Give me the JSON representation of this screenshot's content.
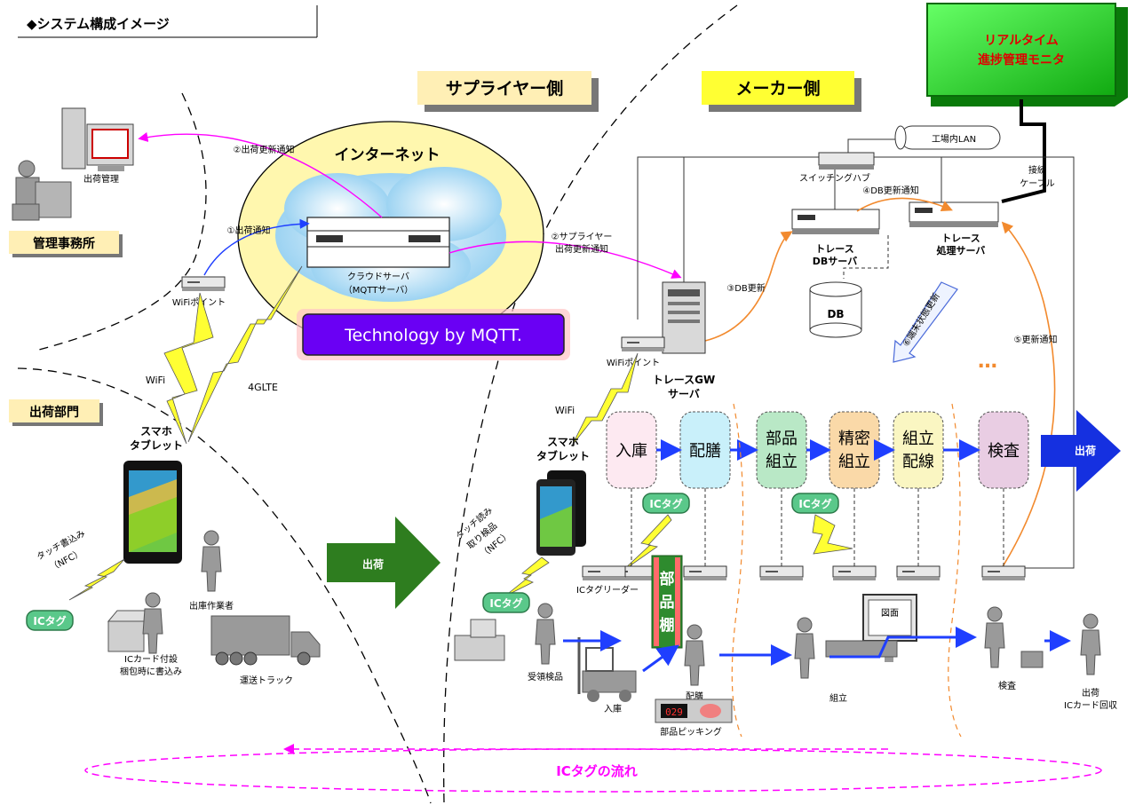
{
  "header": {
    "title": "◆システム構成イメージ"
  },
  "zones": {
    "supplier": "サプライヤー側",
    "maker": "メーカー側",
    "office": "管理事務所",
    "shipping_dept": "出荷部門"
  },
  "cloud": {
    "internet": "インターネット",
    "server_line1": "クラウドサーバ",
    "server_line2": "（MQTTサーバ）",
    "banner": "Technology by MQTT."
  },
  "monitor": {
    "line1": "リアルタイム",
    "line2": "進捗管理モニタ"
  },
  "network": {
    "lan": "工場内LAN",
    "hub": "スイッチングハブ",
    "cable_line1": "接続",
    "cable_line2": "ケーブル",
    "trace_db_line1": "トレース",
    "trace_db_line2": "DBサーバ",
    "trace_proc_line1": "トレース",
    "trace_proc_line2": "処理サーバ",
    "db": "DB",
    "gw_line1": "トレースGW",
    "gw_line2": "サーバ",
    "dots": "…"
  },
  "notifications": {
    "ship_notice": "①出荷通知",
    "ship_update_office": "②出荷更新通知",
    "supplier_update_line1": "②サプライヤー",
    "supplier_update_line2": "出荷更新通知",
    "db_update": "③DB更新",
    "db_update_notice": "④DB更新通知",
    "update_notice": "⑤更新通知",
    "terminal_update": "⑥端末状態更新"
  },
  "devices": {
    "wifi_point_left": "WiFiポイント",
    "wifi_point_right": "WiFiポイント",
    "wifi_left": "WiFi",
    "lte": "4GLTE",
    "wifi_right": "WiFi",
    "ship_mgmt": "出荷管理",
    "smart_tablet_left_line1": "スマホ",
    "smart_tablet_left_line2": "タブレット",
    "smart_tablet_right_line1": "スマホ",
    "smart_tablet_right_line2": "タブレット",
    "ic_tag": "ICタグ",
    "ic_tag_reader": "ICタグリーダー"
  },
  "supplier_side": {
    "touch_write_line1": "タッチ書込み",
    "touch_write_line2": "（NFC）",
    "packer_line1": "ICカード付設",
    "packer_line2": "梱包時に書込み",
    "worker": "出庫作業者",
    "truck": "運送トラック",
    "ship_arrow": "出荷"
  },
  "maker_side": {
    "touch_read_line1": "タッチ読み",
    "touch_read_line2": "取り検品",
    "touch_read_line3": "（NFC）",
    "processes": [
      {
        "line1": "入庫",
        "line2": "",
        "color": "#FDE9F1"
      },
      {
        "line1": "配膳",
        "line2": "",
        "color": "#C9F0FA"
      },
      {
        "line1": "部品",
        "line2": "組立",
        "color": "#B9E8C6"
      },
      {
        "line1": "精密",
        "line2": "組立",
        "color": "#FAD9A8"
      },
      {
        "line1": "組立",
        "line2": "配線",
        "color": "#FAF6C2"
      },
      {
        "line1": "検査",
        "line2": "",
        "color": "#E9CDE3"
      }
    ],
    "shelf": [
      "部",
      "品",
      "棚"
    ],
    "ship_out": "出荷",
    "receive": "受領検品",
    "stock_in": "入庫",
    "serve": "配膳",
    "picking": "部品ピッキング",
    "picking_counter": "029",
    "assembly": "組立",
    "drawing": "図面",
    "inspection": "検査",
    "final_line1": "出荷",
    "final_line2": "ICカード回収",
    "flow": "ICタグの流れ"
  },
  "colors": {
    "magenta": "#FF00FF",
    "blue": "#1F3FFF",
    "orange": "#F28A2E",
    "green_arrow": "#2E7D1F",
    "ship_blue": "#1530E0",
    "monitor_green": "#22DD22",
    "zone_yellow": "#FFFF33",
    "zone_tan": "#FFEFB5"
  }
}
